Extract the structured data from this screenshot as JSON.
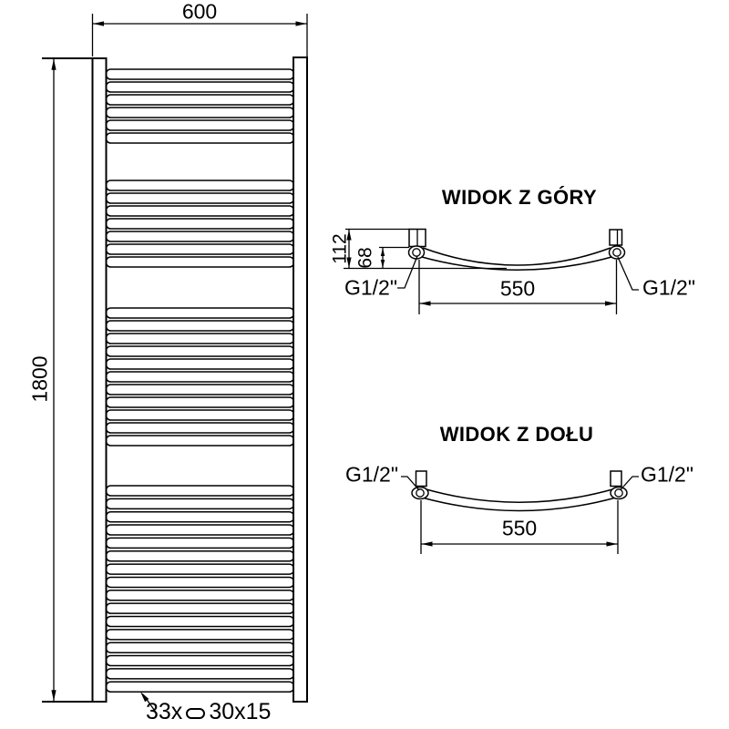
{
  "page": {
    "background": "#ffffff",
    "line_color": "#000000"
  },
  "front_view": {
    "width_dim": "600",
    "height_dim": "1800",
    "tube_label": {
      "count_prefix": "33x",
      "tube_shape_icon": "stadium-profile-icon",
      "profile": "30x15"
    },
    "rung_height": 11,
    "rung_groups": [
      {
        "start": 76,
        "count": 6,
        "pitch": 14
      },
      {
        "start": 198,
        "count": 7,
        "pitch": 14
      },
      {
        "start": 338,
        "count": 11,
        "pitch": 14
      },
      {
        "start": 533,
        "count": 16,
        "pitch": 14.35
      }
    ]
  },
  "top_view": {
    "title": "WIDOK Z GÓRY",
    "depth_dim": "112",
    "axis_offset_dim": "68",
    "spacing_dim": "550",
    "left_connection": "G1/2\"",
    "right_connection": "G1/2\""
  },
  "bottom_view": {
    "title": "WIDOK Z DOŁU",
    "spacing_dim": "550",
    "left_connection": "G1/2\"",
    "right_connection": "G1/2\""
  }
}
